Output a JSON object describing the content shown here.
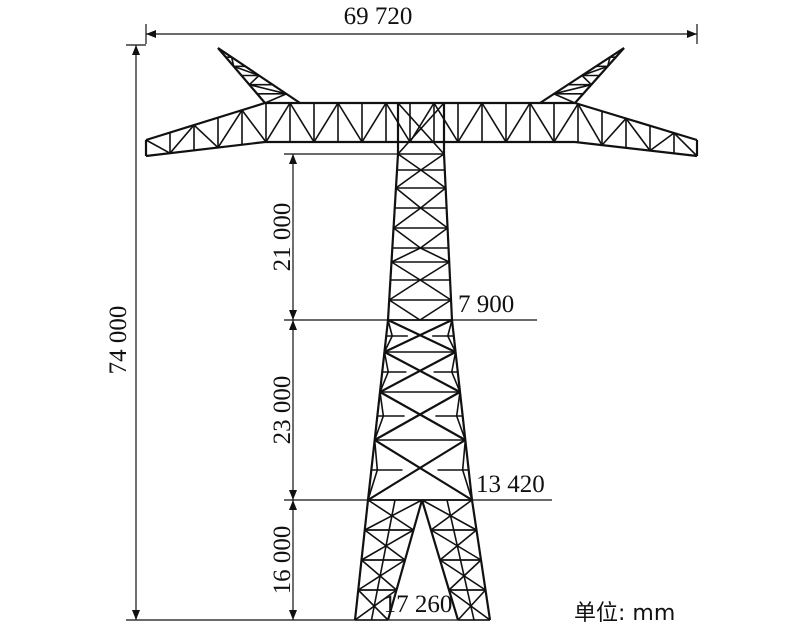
{
  "dimensions": {
    "total_width": "69 720",
    "total_height": "74 000",
    "upper_height": "21 000",
    "middle_height": "23 000",
    "lower_height": "16 000",
    "width_at_waist": "7 900",
    "width_at_lower_joint": "13 420",
    "base_width": "17 260"
  },
  "unit_label": "单位: mm"
}
